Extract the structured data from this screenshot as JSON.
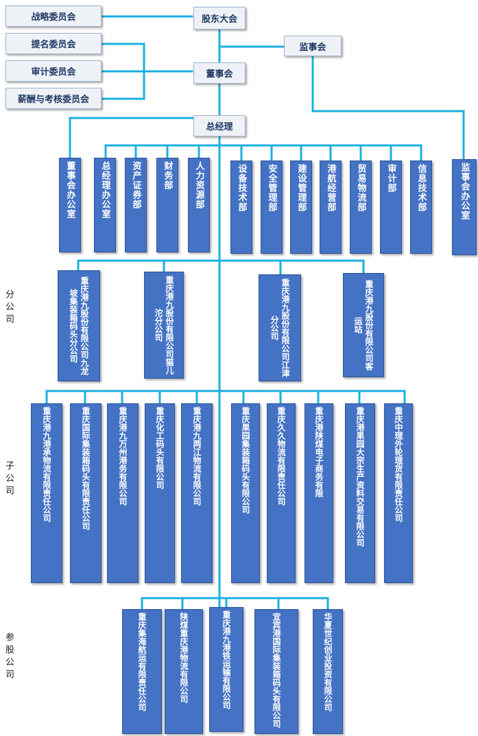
{
  "colors": {
    "line": "#1ab0e0",
    "box_blue": "#4472c4",
    "box_light": "#eef2f7"
  },
  "top": {
    "shareholders": "股东大会",
    "supervisory": "监事会",
    "board": "董事会",
    "gm": "总经理"
  },
  "committees": [
    "战略委员会",
    "提名委员会",
    "审计委员会",
    "薪酬与考核委员会"
  ],
  "departments": [
    "董事会办公室",
    "总经理办公室",
    "资产证券部",
    "财务部",
    "人力资源部",
    "设备技术部",
    "安全管理部",
    "建设管理部",
    "港航经营部",
    "贸易物流部",
    "审计部",
    "信息技术部"
  ],
  "supervisory_office": "监事会办公室",
  "section_labels": {
    "branch": "分公司",
    "subsidiary": "子公司",
    "equity": "参股公司"
  },
  "branches": [
    "重庆港九股份有限公司九龙坡集装箱码头分公司",
    "重庆港九股份有限公司猫儿沱分公司",
    "重庆港九股份有限公司江津分公司",
    "重庆港九股份有限公司客运站"
  ],
  "subsidiaries": [
    "重庆港九港承物流有限责任公司",
    "重庆国际集装箱码头有限责任公司",
    "重庆港九万州港务有限公司",
    "重庆化工码头有限公司",
    "重庆港九两江物流有限公司",
    "重庆果园集装箱码头有限公司",
    "重庆久久物流有限责任公司",
    "重庆港陕煤电子商务有限",
    "重庆港果园大宗生产资料交易有限公司",
    "重庆中理外轮理货有限责任公司"
  ],
  "equity": [
    "重庆集海航运有限责任公司",
    "陕煤重庆港物流有限公司",
    "重庆港九港铁运输有限公司",
    "宜宾港国际集装箱码头有限公司",
    "华夏世纪创业投资有限公司"
  ]
}
